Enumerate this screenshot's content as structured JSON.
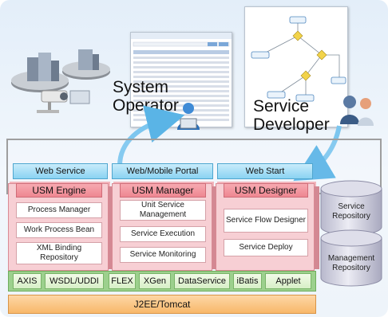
{
  "actors": {
    "operator": "System Operator",
    "operator_line1": "System",
    "operator_line2": "Operator",
    "developer_line1": "Service",
    "developer_line2": "Developer"
  },
  "portals": [
    "Web Service",
    "Web/Mobile Portal",
    "Web Start"
  ],
  "modules": [
    {
      "name": "USM Engine",
      "items": [
        "Process Manager",
        "Work Process Bean",
        "XML Binding Repository"
      ]
    },
    {
      "name": "USM Manager",
      "items": [
        "Unit Service Management",
        "Service Execution",
        "Service Monitoring"
      ]
    },
    {
      "name": "USM Designer",
      "items": [
        "Service Flow Designer",
        "Service Deploy"
      ]
    }
  ],
  "repositories": [
    "Service Repository",
    "Management Repository"
  ],
  "libraries": [
    "AXIS",
    "WSDL/UDDI",
    "FLEX",
    "XGen",
    "DataService",
    "iBatis",
    "Applet"
  ],
  "platform": "J2EE/Tomcat",
  "colors": {
    "portal": "#8ad3f2",
    "module": "#ee8791",
    "library": "#9cd08d",
    "platform": "#f8b86a",
    "repository": "#c8c8d8"
  }
}
